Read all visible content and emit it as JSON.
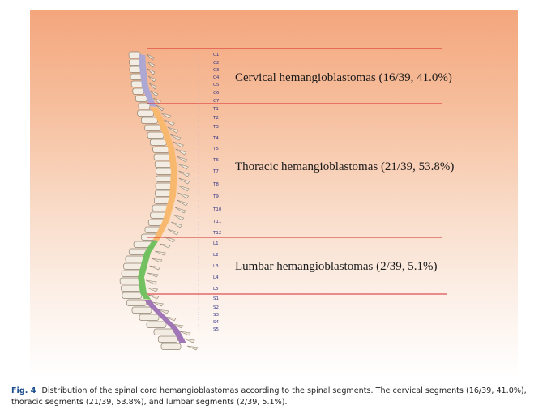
{
  "figure": {
    "regions": [
      {
        "key": "cervical",
        "label": "Cervical hemangioblastomas (16/39, 41.0%)",
        "color": "#a9a6d6",
        "vertebrae": [
          "C1",
          "C2",
          "C3",
          "C4",
          "C5",
          "C6",
          "C7"
        ]
      },
      {
        "key": "thoracic",
        "label": "Thoracic hemangioblastomas (21/39, 53.8%)",
        "color": "#f8b76a",
        "vertebrae": [
          "T1",
          "T2",
          "T3",
          "T4",
          "T5",
          "T6",
          "T7",
          "T8",
          "T9",
          "T10",
          "T11",
          "T12"
        ]
      },
      {
        "key": "lumbar",
        "label": "Lumbar hemangioblastomas (2/39, 5.1%)",
        "color": "#6cbf5a",
        "vertebrae": [
          "L1",
          "L2",
          "L3",
          "L4",
          "L5"
        ]
      },
      {
        "key": "sacral",
        "label": "",
        "color": "#9b6fb3",
        "vertebrae": [
          "S1",
          "S2",
          "S3",
          "S4",
          "S5"
        ]
      }
    ],
    "divider_color": "#d9262b"
  },
  "caption": {
    "fig_label": "Fig. 4",
    "text": "Distribution of the spinal cord hemangioblastomas according to the spinal segments. The cervical segments (16/39, 41.0%), thoracic segments (21/39, 53.8%), and lumbar segments (2/39, 5.1%)."
  }
}
